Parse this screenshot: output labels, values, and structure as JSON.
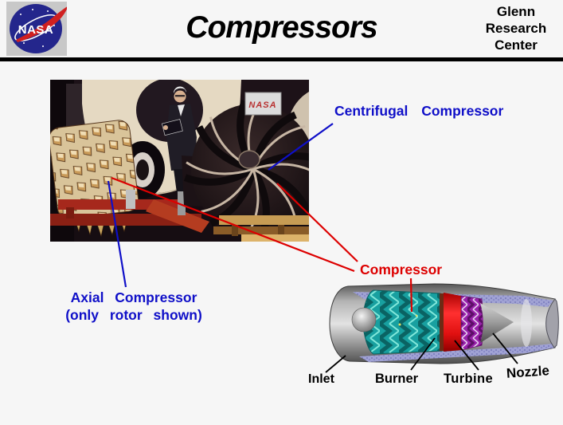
{
  "header": {
    "logo_text": "NASA",
    "title": "Compressors",
    "org": {
      "line1": "Glenn",
      "line2": "Research",
      "line3": "Center"
    }
  },
  "photo": {
    "sign_text": "NASA"
  },
  "callouts": {
    "centrifugal": "Centrifugal Compressor",
    "axial_line1": "Axial Compressor",
    "axial_line2": "(only rotor shown)",
    "compressor": "Compressor"
  },
  "engine_labels": {
    "inlet": "Inlet",
    "burner": "Burner",
    "turbine": "Turbine",
    "nozzle": "Nozzle"
  },
  "colors": {
    "callout_blue": "#0f0fc8",
    "callout_red": "#dd0000",
    "label_black": "#000000",
    "nasa_blue": "#24268c",
    "nasa_red": "#d02020",
    "engine_compressor_teal": "#18a0a0",
    "engine_burner_red": "#e01010",
    "engine_turbine_purple": "#9922aa",
    "page_background": "#f6f6f6"
  }
}
